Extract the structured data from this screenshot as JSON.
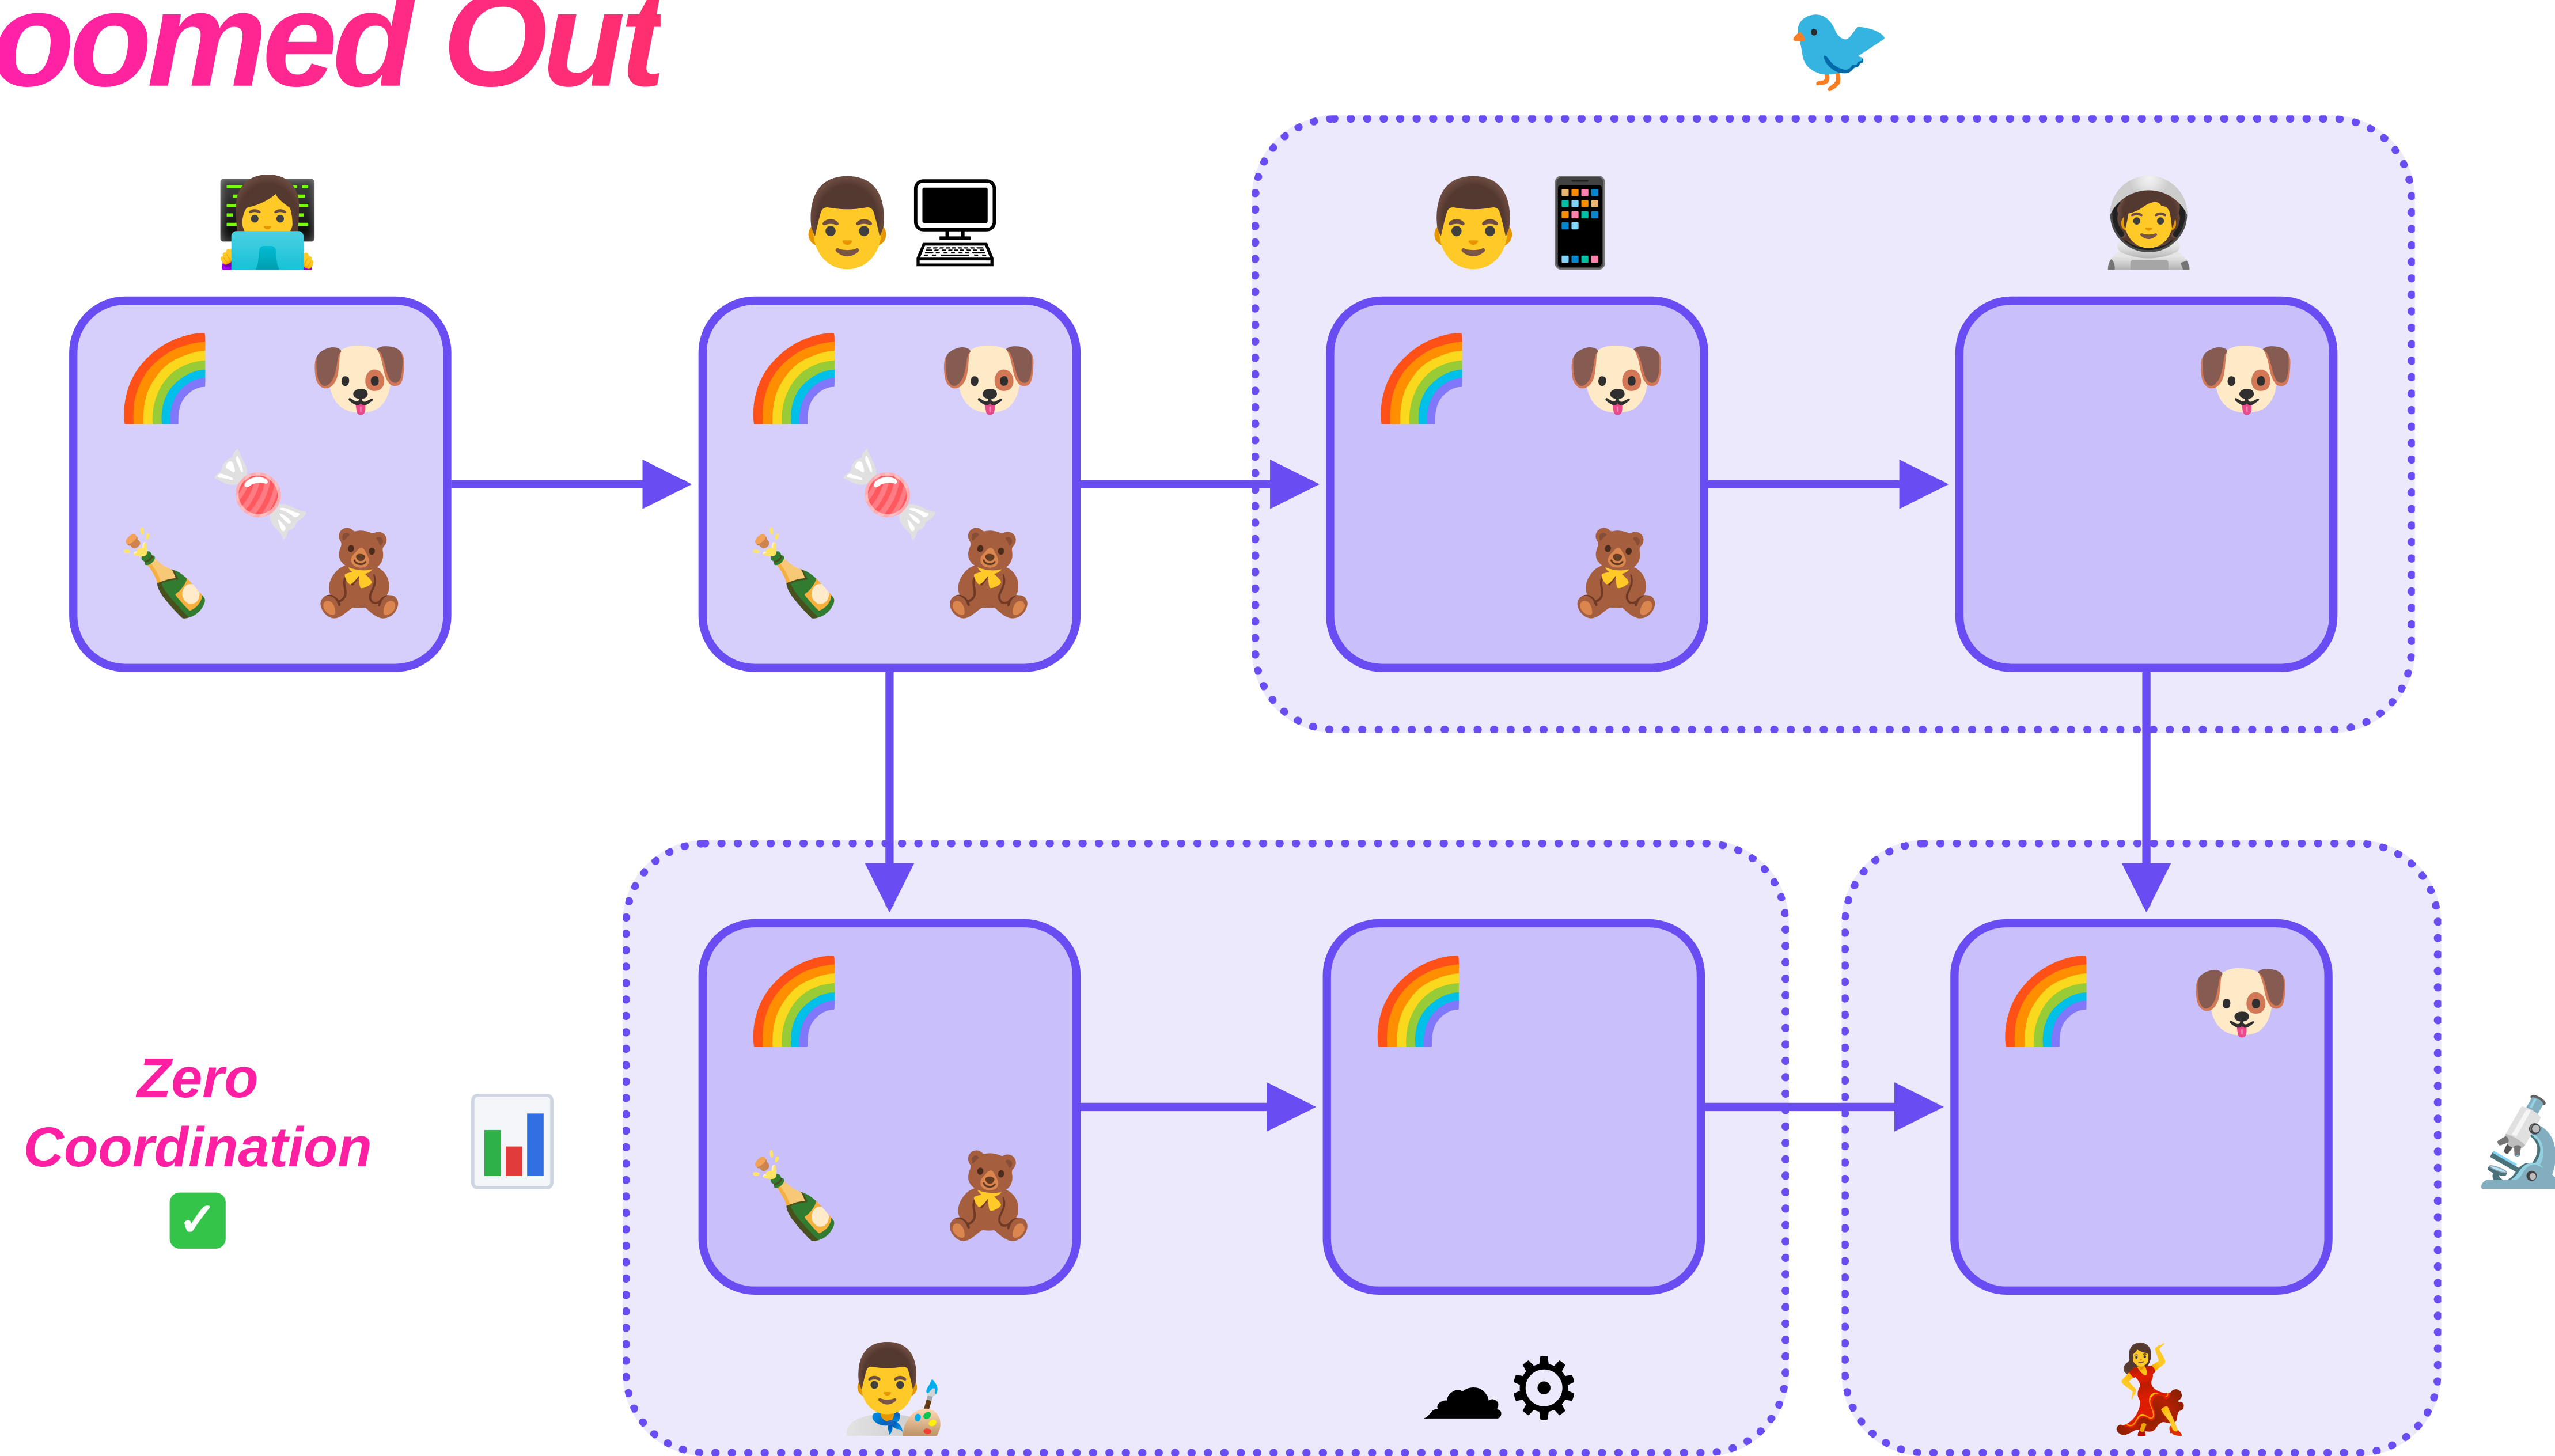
{
  "title": "Zoomed Out",
  "side_label": {
    "line1": "Zero",
    "line2": "Coordination",
    "check_mark": "✓"
  },
  "colors": {
    "accent": "#6a4df2",
    "node_fill": "#c9bffa",
    "group_fill": "#ece9fd",
    "title_gradient": [
      "#ff1fb0",
      "#ff2f6e"
    ],
    "side_label": "#ff1fa2",
    "check_box": "#34c44a"
  },
  "icons": {
    "rainbow": "🌈",
    "dog": "🐶",
    "candy": "🍬",
    "champagne": "🍾",
    "teddy": "🧸",
    "woman_laptop": "👩‍💻",
    "man": "👨",
    "desktop": "🖥",
    "phone": "📱",
    "astronaut": "🧑‍🚀",
    "bird": "🐦",
    "artist": "👨‍🎨",
    "cloud": "☁",
    "gear": "⚙",
    "dancer": "💃",
    "microscope": "🔬"
  },
  "nodes": [
    {
      "id": "n1",
      "items": [
        "rainbow",
        "dog",
        "candy",
        "champagne",
        "teddy"
      ]
    },
    {
      "id": "n2",
      "items": [
        "rainbow",
        "dog",
        "candy",
        "champagne",
        "teddy"
      ]
    },
    {
      "id": "n3",
      "items": [
        "rainbow",
        "dog",
        "teddy"
      ]
    },
    {
      "id": "n4",
      "items": [
        "dog"
      ]
    },
    {
      "id": "n5",
      "items": [
        "rainbow",
        "champagne",
        "teddy"
      ]
    },
    {
      "id": "n6",
      "items": [
        "rainbow"
      ]
    },
    {
      "id": "n7",
      "items": [
        "rainbow",
        "dog"
      ]
    }
  ],
  "edges": [
    {
      "from": "n1",
      "to": "n2"
    },
    {
      "from": "n2",
      "to": "n3"
    },
    {
      "from": "n3",
      "to": "n4"
    },
    {
      "from": "n2",
      "to": "n5"
    },
    {
      "from": "n5",
      "to": "n6"
    },
    {
      "from": "n6",
      "to": "n7"
    },
    {
      "from": "n4",
      "to": "n7"
    }
  ],
  "actors": [
    {
      "for": "n1",
      "icons": [
        "woman_laptop"
      ]
    },
    {
      "for": "n2",
      "icons": [
        "man",
        "desktop"
      ]
    },
    {
      "for": "n3",
      "icons": [
        "man",
        "phone"
      ]
    },
    {
      "for": "n4",
      "icons": [
        "astronaut"
      ]
    },
    {
      "for": "group_top",
      "icons": [
        "bird"
      ]
    },
    {
      "for": "n5",
      "icons": [
        "artist"
      ]
    },
    {
      "for": "n6",
      "icons": [
        "cloud",
        "gear"
      ]
    },
    {
      "for": "n7",
      "icons": [
        "dancer"
      ]
    },
    {
      "for": "group_right",
      "icons": [
        "microscope"
      ]
    }
  ]
}
